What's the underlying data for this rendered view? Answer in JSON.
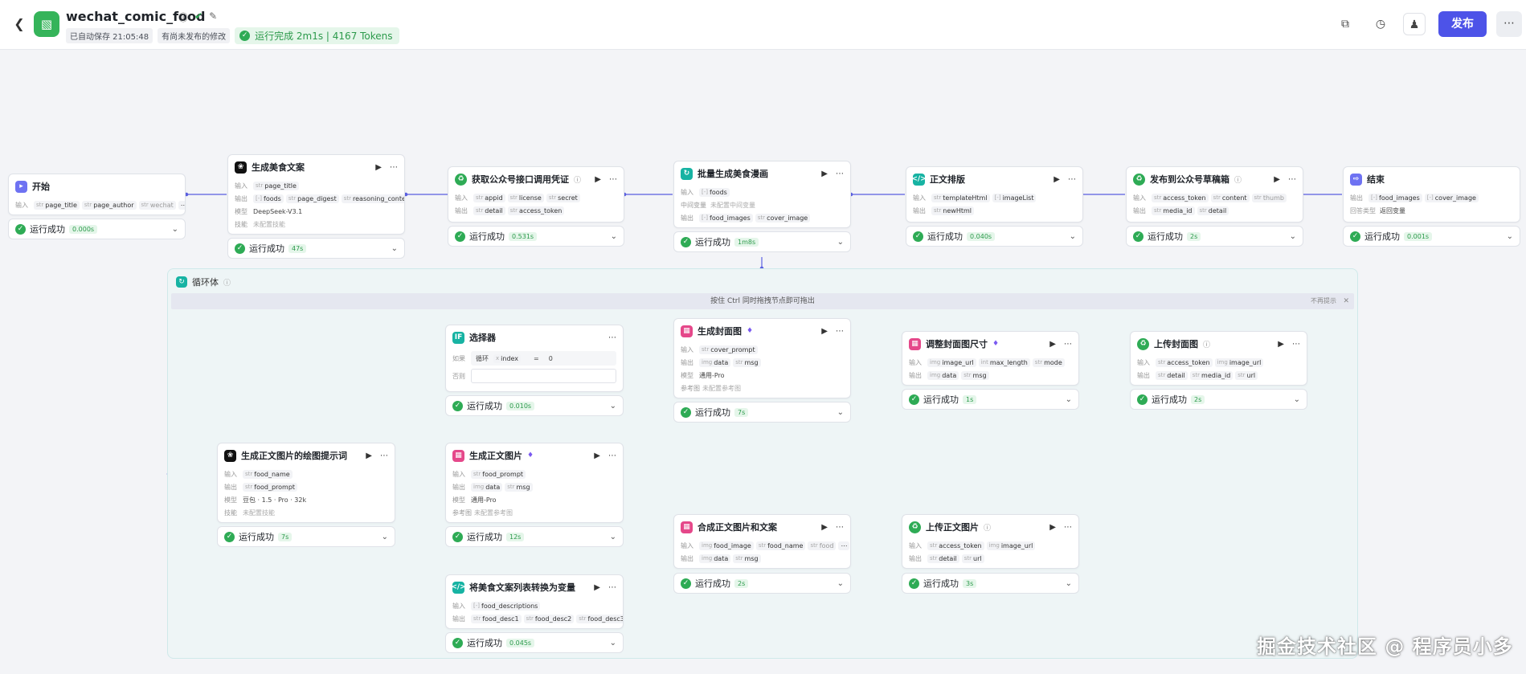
{
  "header": {
    "back_icon": "chevron-left-icon",
    "title": "wechat_comic_food",
    "autosave": "已自动保存 21:05:48",
    "unpublished": "有尚未发布的修改",
    "run_status": "运行完成 2m1s | 4167 Tokens",
    "publish_label": "发布"
  },
  "loop": {
    "title": "循环体",
    "banner": "按住 Ctrl 同时拖拽节点即可拖出",
    "dismiss": "不再提示"
  },
  "watermark": "掘金技术社区 @ 程序员小多",
  "colors": {
    "accent": "#4d53e8",
    "success": "#2eab55",
    "edge": "#5a5fe0"
  },
  "nodes": {
    "start": {
      "name": "开始",
      "in_label": "输入",
      "inputs": [
        "page_title",
        "page_author",
        "wechat"
      ],
      "status": "运行成功",
      "time": "0.000s"
    },
    "gen_copy": {
      "name": "生成美食文案",
      "in_label": "输入",
      "out_label": "输出",
      "model_label": "模型",
      "skill_label": "技能",
      "inputs": [
        "page_title"
      ],
      "outputs": [
        "foods",
        "page_digest",
        "reasoning_content"
      ],
      "model": "DeepSeek-V3.1",
      "skill": "未配置技能",
      "status": "运行成功",
      "time": "47s"
    },
    "get_cred": {
      "name": "获取公众号接口调用凭证",
      "in_label": "输入",
      "out_label": "输出",
      "inputs": [
        "appid",
        "license",
        "secret"
      ],
      "outputs": [
        "detail",
        "access_token"
      ],
      "status": "运行成功",
      "time": "0.531s"
    },
    "batch": {
      "name": "批量生成美食漫画",
      "in_label": "输入",
      "mid_label": "中间变量",
      "out_label": "输出",
      "inputs": [
        "foods"
      ],
      "mid": "未配置中间变量",
      "outputs": [
        "food_images",
        "cover_image"
      ],
      "status": "运行成功",
      "time": "1m8s"
    },
    "layout": {
      "name": "正文排版",
      "in_label": "输入",
      "out_label": "输出",
      "inputs": [
        "templateHtml",
        "imageList"
      ],
      "outputs": [
        "newHtml"
      ],
      "status": "运行成功",
      "time": "0.040s"
    },
    "publish": {
      "name": "发布到公众号草稿箱",
      "in_label": "输入",
      "out_label": "输出",
      "inputs": [
        "access_token",
        "content",
        "thumb"
      ],
      "outputs": [
        "media_id",
        "detail"
      ],
      "status": "运行成功",
      "time": "2s"
    },
    "end": {
      "name": "结束",
      "out_label": "输出",
      "type_label": "回答类型",
      "outputs": [
        "food_images",
        "cover_image"
      ],
      "answer_type": "返回变量",
      "status": "运行成功",
      "time": "0.001s"
    },
    "selector": {
      "name": "选择器",
      "if_label": "如果",
      "else_label": "否则",
      "cond_a": "循环",
      "cond_var": "index",
      "op": "=",
      "cond_val": "0",
      "status": "运行成功",
      "time": "0.010s"
    },
    "cover": {
      "name": "生成封面图",
      "in_label": "输入",
      "out_label": "输出",
      "model_label": "模型",
      "ref_label": "参考图",
      "inputs": [
        "cover_prompt"
      ],
      "outputs": [
        "data",
        "msg"
      ],
      "model": "通用-Pro",
      "ref": "未配置参考图",
      "status": "运行成功",
      "time": "7s"
    },
    "resize": {
      "name": "调整封面图尺寸",
      "in_label": "输入",
      "out_label": "输出",
      "inputs": [
        "image_url",
        "max_length",
        "mode"
      ],
      "outputs": [
        "data",
        "msg"
      ],
      "status": "运行成功",
      "time": "1s"
    },
    "upload_cover": {
      "name": "上传封面图",
      "in_label": "输入",
      "out_label": "输出",
      "inputs": [
        "access_token",
        "image_url"
      ],
      "outputs": [
        "detail",
        "media_id",
        "url"
      ],
      "status": "运行成功",
      "time": "2s"
    },
    "gen_prompt": {
      "name": "生成正文图片的绘图提示词",
      "in_label": "输入",
      "out_label": "输出",
      "model_label": "模型",
      "skill_label": "技能",
      "inputs": [
        "food_name"
      ],
      "outputs": [
        "food_prompt"
      ],
      "model": "豆包 · 1.5 · Pro · 32k",
      "skill": "未配置技能",
      "status": "运行成功",
      "time": "7s"
    },
    "gen_image": {
      "name": "生成正文图片",
      "in_label": "输入",
      "out_label": "输出",
      "model_label": "模型",
      "ref_label": "参考图",
      "inputs": [
        "food_prompt"
      ],
      "outputs": [
        "data",
        "msg"
      ],
      "model": "通用-Pro",
      "ref": "未配置参考图",
      "status": "运行成功",
      "time": "12s"
    },
    "compose": {
      "name": "合成正文图片和文案",
      "in_label": "输入",
      "out_label": "输出",
      "inputs": [
        "food_image",
        "food_name",
        "food"
      ],
      "outputs": [
        "data",
        "msg"
      ],
      "status": "运行成功",
      "time": "2s"
    },
    "upload_image": {
      "name": "上传正文图片",
      "in_label": "输入",
      "out_label": "输出",
      "inputs": [
        "access_token",
        "image_url"
      ],
      "outputs": [
        "detail",
        "url"
      ],
      "status": "运行成功",
      "time": "3s"
    },
    "convert": {
      "name": "将美食文案列表转换为变量",
      "in_label": "输入",
      "out_label": "输出",
      "inputs": [
        "food_descriptions"
      ],
      "outputs": [
        "food_desc1",
        "food_desc2",
        "food_desc3"
      ],
      "status": "运行成功",
      "time": "0.045s"
    }
  }
}
